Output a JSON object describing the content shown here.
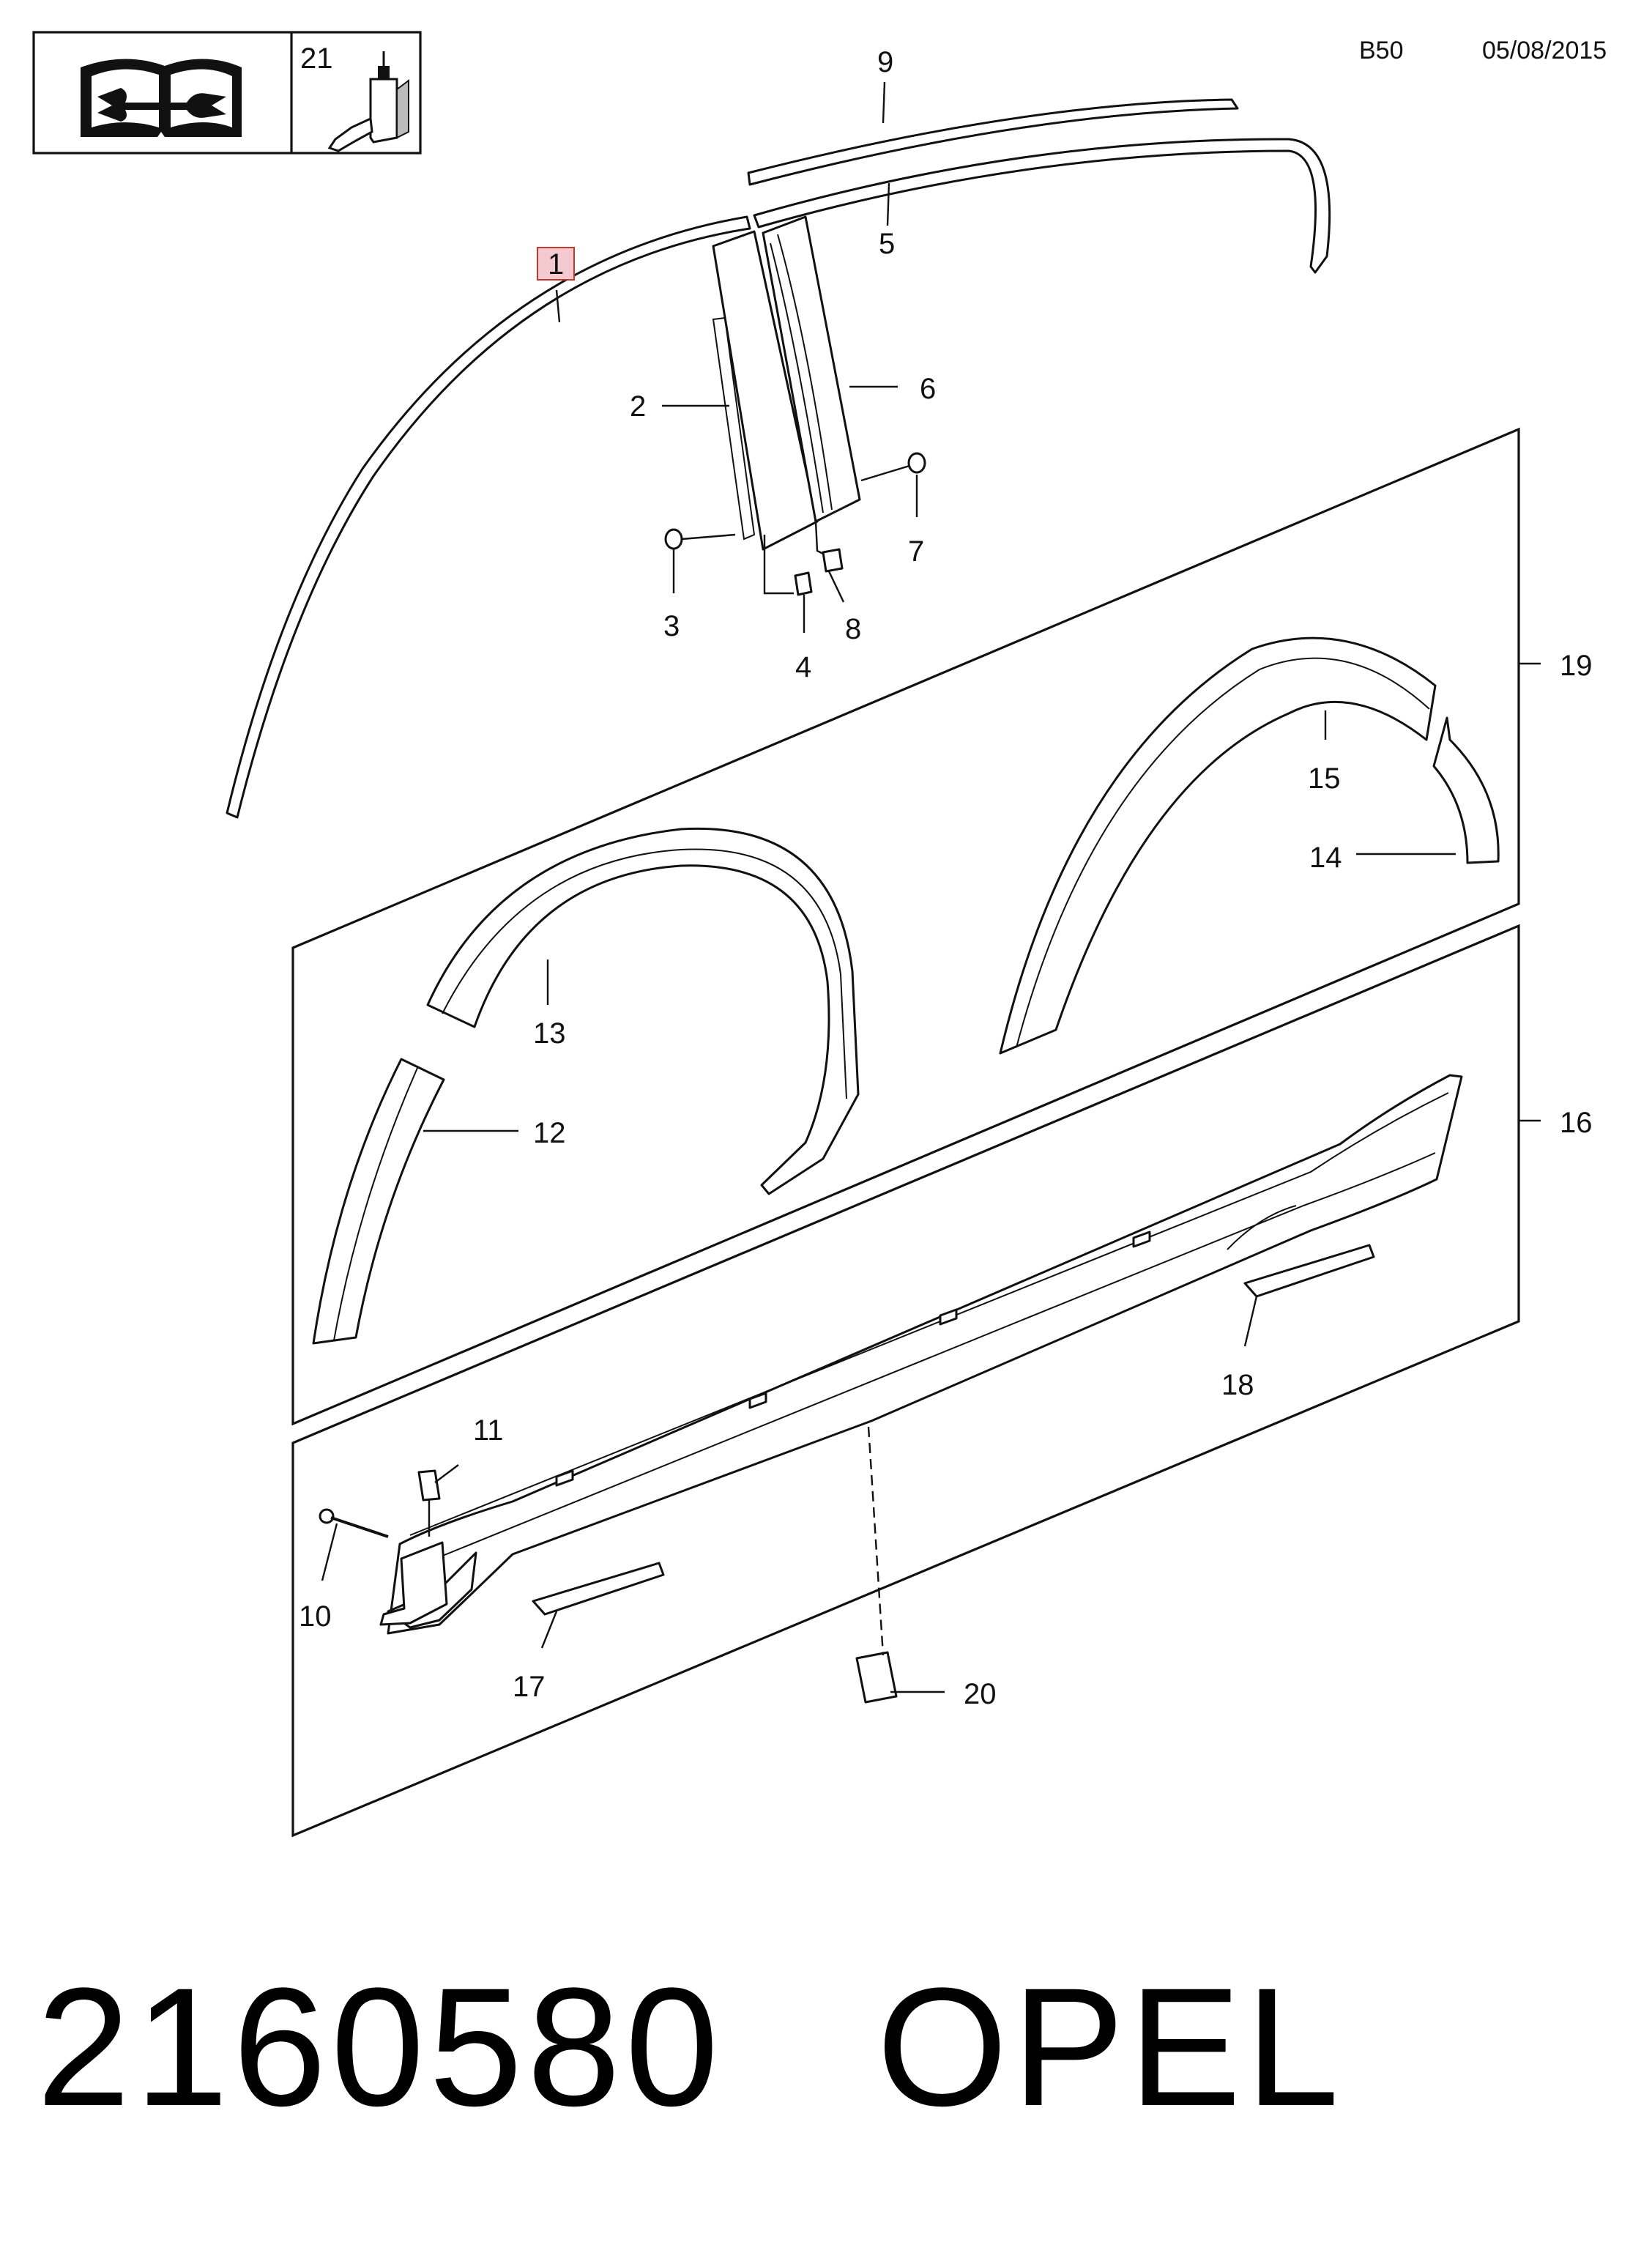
{
  "header": {
    "code": "B50",
    "date": "05/08/2015",
    "info_box_number": "21"
  },
  "icons": {
    "manual": "open-book-with-wrench-icon",
    "adhesive": "glue-bottle-icon"
  },
  "callouts": {
    "c1": "1",
    "c2": "2",
    "c3": "3",
    "c4": "4",
    "c5": "5",
    "c6": "6",
    "c7": "7",
    "c8": "8",
    "c9": "9",
    "c10": "10",
    "c11": "11",
    "c12": "12",
    "c13": "13",
    "c14": "14",
    "c15": "15",
    "c16": "16",
    "c17": "17",
    "c18": "18",
    "c19": "19",
    "c20": "20"
  },
  "highlight_color": "#f4c9cf",
  "footer": {
    "part_number": "2160580",
    "brand": "OPEL"
  }
}
